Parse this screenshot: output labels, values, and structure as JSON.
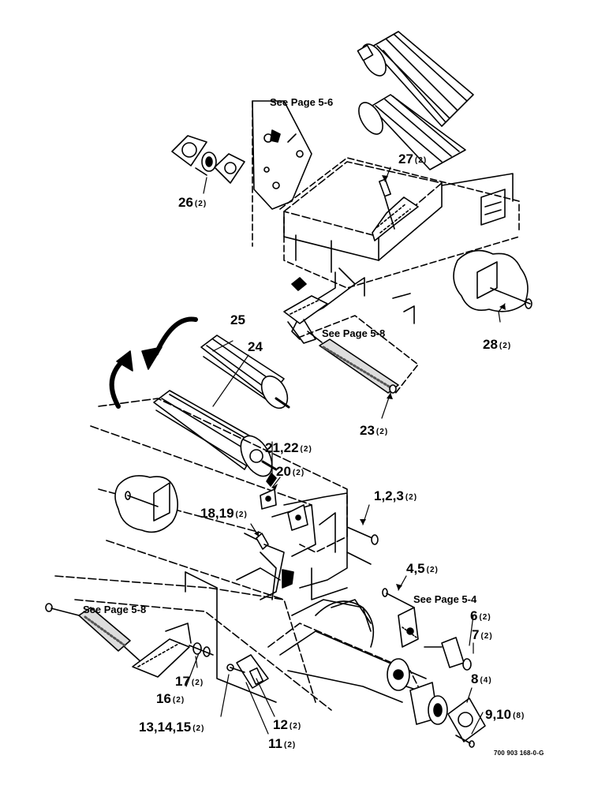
{
  "diagram": {
    "drawing_number": "700 903 168-0-G",
    "page_refs": [
      "See Page 5-6",
      "See Page 5-8",
      "See Page 5-8",
      "See Page 5-4"
    ],
    "parts": [
      {
        "num": "27",
        "qty": "(2)"
      },
      {
        "num": "26",
        "qty": "(2)"
      },
      {
        "num": "28",
        "qty": "(2)"
      },
      {
        "num": "25",
        "qty": ""
      },
      {
        "num": "24",
        "qty": ""
      },
      {
        "num": "23",
        "qty": "(2)"
      },
      {
        "num": "21,22",
        "qty": "(2)"
      },
      {
        "num": "20",
        "qty": "(2)"
      },
      {
        "num": "18,19",
        "qty": "(2)"
      },
      {
        "num": "1,2,3",
        "qty": "(2)"
      },
      {
        "num": "4,5",
        "qty": "(2)"
      },
      {
        "num": "6",
        "qty": "(2)"
      },
      {
        "num": "7",
        "qty": "(2)"
      },
      {
        "num": "8",
        "qty": "(4)"
      },
      {
        "num": "9,10",
        "qty": "(8)"
      },
      {
        "num": "17",
        "qty": "(2)"
      },
      {
        "num": "16",
        "qty": "(2)"
      },
      {
        "num": "13,14,15",
        "qty": "(2)"
      },
      {
        "num": "12",
        "qty": "(2)"
      },
      {
        "num": "11",
        "qty": "(2)"
      }
    ]
  }
}
